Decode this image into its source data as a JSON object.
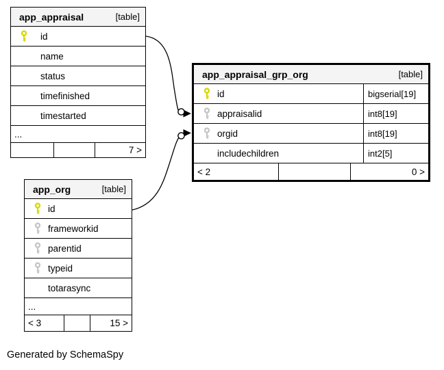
{
  "diagram": {
    "generator_note": "Generated by SchemaSpy"
  },
  "colors": {
    "header_bg": "#f4f4f4",
    "primary_key": "#d8d800",
    "foreign_key": "#c6c6c6",
    "border": "#000000"
  },
  "tables": {
    "app_appraisal": {
      "title": "app_appraisal",
      "tag": "[table]",
      "rows": [
        {
          "label": "id",
          "key": "primary"
        },
        {
          "label": "name",
          "key": "none"
        },
        {
          "label": "status",
          "key": "none"
        },
        {
          "label": "timefinished",
          "key": "none"
        },
        {
          "label": "timestarted",
          "key": "none"
        }
      ],
      "ellipsis": "...",
      "footer": {
        "left": "",
        "middle": "",
        "right": "7 >"
      }
    },
    "app_appraisal_grp_org": {
      "title": "app_appraisal_grp_org",
      "tag": "[table]",
      "rows": [
        {
          "label": "id",
          "type": "bigserial[19]",
          "key": "primary"
        },
        {
          "label": "appraisalid",
          "type": "int8[19]",
          "key": "foreign"
        },
        {
          "label": "orgid",
          "type": "int8[19]",
          "key": "foreign"
        },
        {
          "label": "includechildren",
          "type": "int2[5]",
          "key": "none"
        }
      ],
      "footer": {
        "left": "< 2",
        "middle": "",
        "right": "0 >"
      }
    },
    "app_org": {
      "title": "app_org",
      "tag": "[table]",
      "rows": [
        {
          "label": "id",
          "key": "primary"
        },
        {
          "label": "frameworkid",
          "key": "foreign"
        },
        {
          "label": "parentid",
          "key": "foreign"
        },
        {
          "label": "typeid",
          "key": "foreign"
        },
        {
          "label": "totarasync",
          "key": "none"
        }
      ],
      "ellipsis": "...",
      "footer": {
        "left": "< 3",
        "middle": "",
        "right": "15 >"
      }
    }
  },
  "relationships": [
    {
      "from": "app_appraisal.id",
      "to": "app_appraisal_grp_org.appraisalid"
    },
    {
      "from": "app_org.id",
      "to": "app_appraisal_grp_org.orgid"
    }
  ]
}
